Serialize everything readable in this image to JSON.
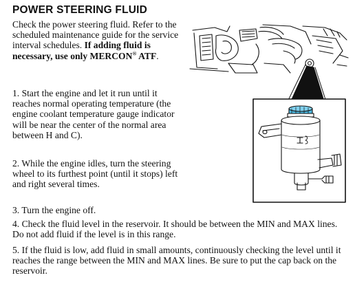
{
  "section": {
    "title": "POWER STEERING FLUID"
  },
  "intro": {
    "text": "Check the power steering fluid. Refer to the scheduled maintenance guide for the service interval schedules. ",
    "bold": "If adding fluid is necessary, use only MERCON",
    "reg": "®",
    "bold_end": " ATF",
    "end": "."
  },
  "steps": [
    "1. Start the engine and let it run until it reaches normal operating temperature (the engine coolant temperature gauge indicator will be near the center of the normal area between H and C).",
    "2. While the engine idles, turn the steering wheel to its furthest point (until it stops) left and right several times.",
    "3. Turn the engine off.",
    "4. Check the fluid level in the reservoir. It should be between the MIN and MAX lines. Do not add fluid if the level is in this range.",
    "5. If the fluid is low, add fluid in small amounts, continuously checking the level until it reaches the range between the MIN and MAX lines. Be sure to put the cap back on the reservoir."
  ],
  "colors": {
    "cap": "#4db8e0",
    "ink": "#111111"
  },
  "illustration": {
    "icon": "power-steering-reservoir-illustration"
  }
}
